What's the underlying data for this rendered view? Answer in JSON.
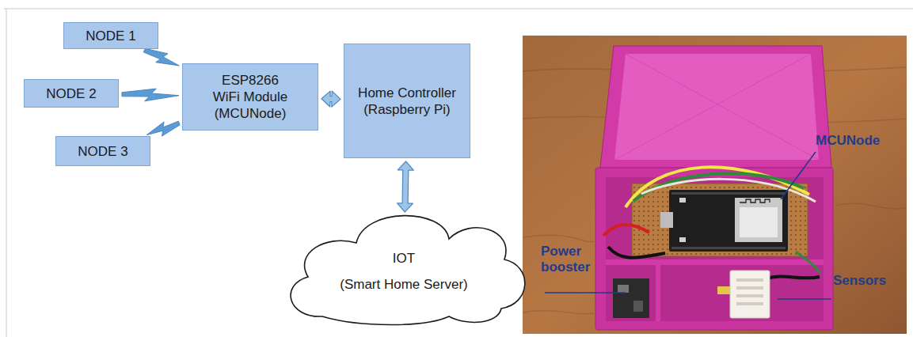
{
  "diagram": {
    "nodes": [
      {
        "text": [
          "NODE 1"
        ]
      },
      {
        "text": [
          "NODE 2"
        ]
      },
      {
        "text": [
          "NODE 3"
        ]
      },
      {
        "text": [
          "ESP8266 WiFi Module (MCUNode)"
        ]
      },
      {
        "text": [
          "Home Controller (Raspberry Pi)"
        ]
      },
      {
        "text": [
          "IOT",
          "(Smart Home Server)"
        ]
      }
    ],
    "edges": [
      {
        "from": 0,
        "to": 3,
        "arrow": "to"
      },
      {
        "from": 1,
        "to": 3,
        "arrow": "to"
      },
      {
        "from": 3,
        "to": 2,
        "arrow": "to"
      },
      {
        "from": 3,
        "to": 4,
        "arrow": "both"
      },
      {
        "from": 4,
        "to": 5,
        "arrow": "both"
      }
    ],
    "labels": [
      "MCUNode",
      "Power booster",
      "Sensors"
    ]
  }
}
